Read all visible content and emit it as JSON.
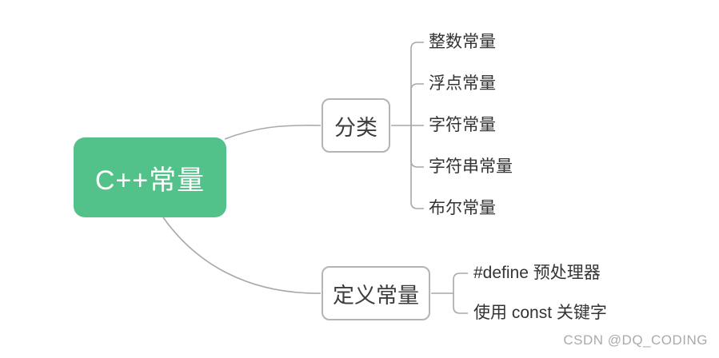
{
  "colors": {
    "background": "#ffffff",
    "root_bg": "#52C28A",
    "root_text": "#ffffff",
    "node_border": "#b4b4b4",
    "node_text": "#3d3d3d",
    "leaf_text": "#333333",
    "line": "#a8a8a8",
    "watermark": "#aaaaaa"
  },
  "mindmap": {
    "root": {
      "label": "C++常量"
    },
    "branches": [
      {
        "label": "分类",
        "children": [
          "整数常量",
          "浮点常量",
          "字符常量",
          "字符串常量",
          "布尔常量"
        ]
      },
      {
        "label": "定义常量",
        "children": [
          "#define 预处理器",
          "使用 const 关键字"
        ]
      }
    ]
  },
  "watermark": {
    "text": "CSDN @DQ_CODING"
  }
}
